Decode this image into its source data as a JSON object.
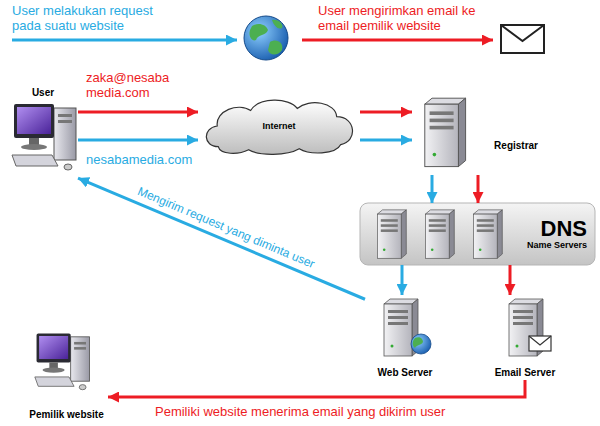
{
  "diagram": {
    "nodes": [
      {
        "text": [
          "User"
        ]
      },
      {
        "text": [
          "Internet"
        ]
      },
      {
        "text": [
          "Registrar"
        ]
      },
      {
        "text": [
          "DNS",
          "Name Servers"
        ]
      },
      {
        "text": [
          "Web Server"
        ]
      },
      {
        "text": [
          "Email Server"
        ]
      },
      {
        "text": [
          "Pemilik website"
        ]
      }
    ],
    "edges": [
      {
        "from": 0,
        "to": 1,
        "arrow": "to",
        "label": "zaka@nesaba media.com"
      },
      {
        "from": 0,
        "to": 1,
        "arrow": "to",
        "label": "nesabamedia.com"
      },
      {
        "from": 1,
        "to": 2,
        "arrow": "to"
      },
      {
        "from": 1,
        "to": 2,
        "arrow": "to"
      },
      {
        "from": 2,
        "to": 3,
        "arrow": "to"
      },
      {
        "from": 2,
        "to": 3,
        "arrow": "to"
      },
      {
        "from": 3,
        "to": 4,
        "arrow": "to"
      },
      {
        "from": 3,
        "to": 5,
        "arrow": "to"
      },
      {
        "from": 4,
        "to": 0,
        "arrow": "to",
        "label": "Mengirim request yang diminta user"
      },
      {
        "from": 5,
        "to": 6,
        "arrow": "to",
        "label": "Pemiliki website menerima email yang dikirim user"
      }
    ],
    "labels": [
      "User melakukan request pada suatu website",
      "User mengirimkan email ke email pemilik website"
    ]
  }
}
